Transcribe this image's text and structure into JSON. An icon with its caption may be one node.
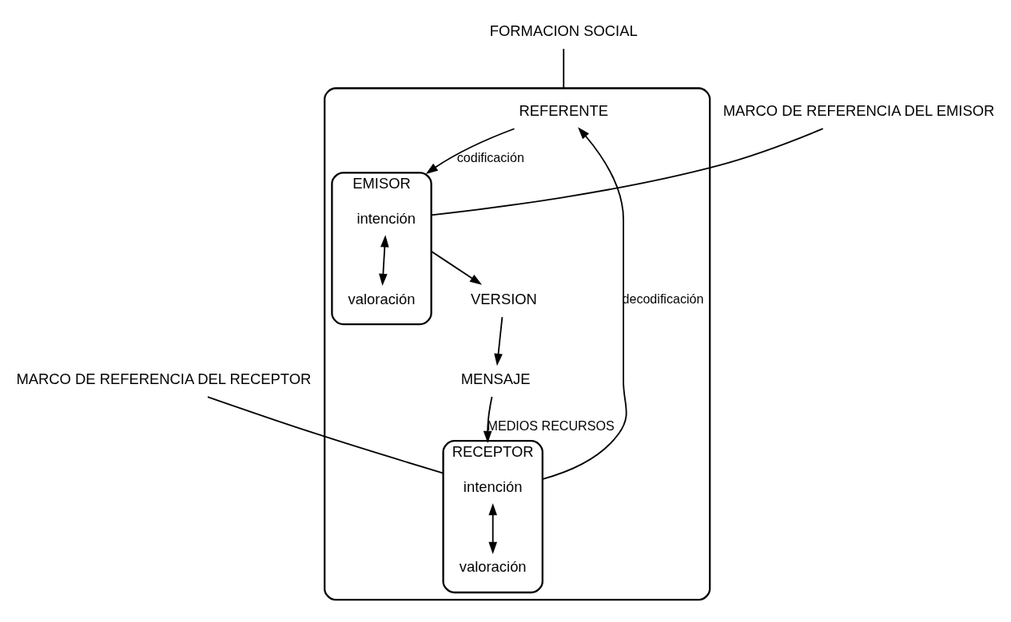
{
  "diagram": {
    "nodes": [
      {
        "text": [],
        "shape": "ellipse"
      },
      {
        "text": [
          "REFERENTE"
        ],
        "in": 0
      },
      {
        "text": [
          "EMISOR"
        ],
        "in": 0
      },
      {
        "text": [
          "intención"
        ],
        "in": 2
      },
      {
        "text": [
          "valoración"
        ],
        "in": 2
      },
      {
        "text": [
          "MENSAJE"
        ],
        "in": 0
      },
      {
        "text": [
          "RECEPTOR"
        ],
        "in": 0
      },
      {
        "text": [
          "intención"
        ],
        "in": 6
      },
      {
        "text": [
          "valoración"
        ],
        "in": 6
      },
      {
        "text": [
          "VERSION"
        ],
        "in": 0
      },
      {
        "text": [
          "MARCO DE REFERENCIA DEL EMISOR"
        ]
      },
      {
        "text": [
          "FORMACION SOCIAL"
        ]
      },
      {
        "text": [
          "MARCO DE REFERENCIA DEL RECEPTOR"
        ]
      }
    ],
    "edges": [
      {
        "from": 1,
        "to": 2,
        "arrow": "to",
        "label": "codificación"
      },
      {
        "from": 6,
        "to": 1,
        "arrow": "to",
        "label": "decodificación"
      },
      {
        "from": 3,
        "to": 4,
        "arrow": "both"
      },
      {
        "from": 5,
        "to": 6,
        "arrow": "to",
        "label": "MEDIOS RECURSOS"
      },
      {
        "from": 7,
        "to": 8,
        "arrow": "both"
      },
      {
        "from": 2,
        "to": 9,
        "arrow": "to"
      },
      {
        "from": 9,
        "to": 5,
        "arrow": "to"
      },
      {
        "from": 10,
        "to": 2,
        "arrow": "none"
      },
      {
        "from": 11,
        "to": 0,
        "arrow": "none"
      },
      {
        "from": 12,
        "to": 6,
        "arrow": "none"
      }
    ]
  }
}
